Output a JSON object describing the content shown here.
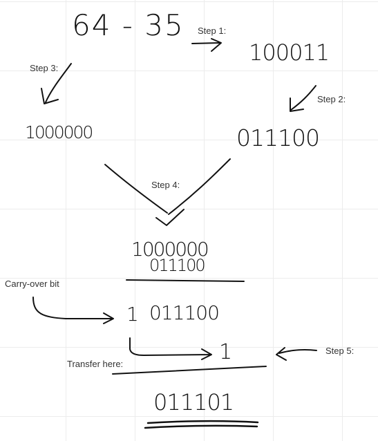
{
  "diagram": {
    "expression": "64 - 35",
    "step1": {
      "label": "Step 1:",
      "value": "100011"
    },
    "step2": {
      "label": "Step 2:",
      "value": "011100"
    },
    "step3": {
      "label": "Step 3:",
      "value": "1000000"
    },
    "step4": {
      "label": "Step 4:",
      "top_operand": "1000000",
      "bottom_operand": "011100"
    },
    "carry": {
      "label": "Carry-over bit",
      "carry_bit": "1",
      "sum": "011100"
    },
    "step5": {
      "label": "Step 5:",
      "transferred_bit": "1"
    },
    "transfer_label": "Transfer here:",
    "result": "011101"
  },
  "colors": {
    "ink": "#111111",
    "label_text": "#333333",
    "grid": "#ececec",
    "background": "#ffffff"
  }
}
